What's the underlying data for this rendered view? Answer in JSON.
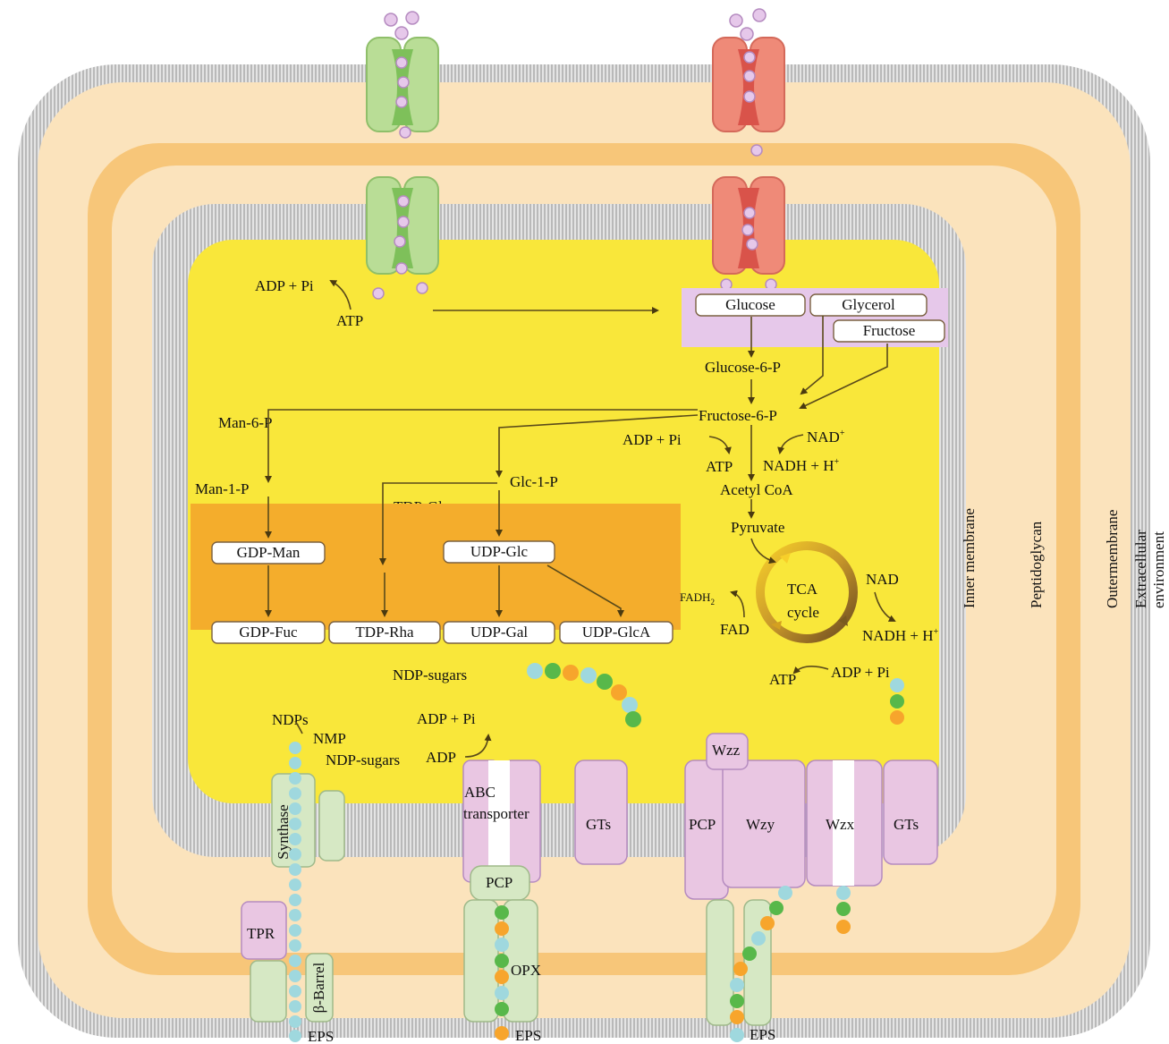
{
  "layers": {
    "inner_membrane": "Inner membrane",
    "peptidoglycan": "Peptidoglycan",
    "outer_membrane": "Outermembrane",
    "extracellular_line1": "Extracellular",
    "extracellular_line2": "environment"
  },
  "uptake": {
    "adp_pi": "ADP + Pi",
    "atp": "ATP"
  },
  "substrates": {
    "glucose": "Glucose",
    "glycerol": "Glycerol",
    "fructose": "Fructose"
  },
  "metabolites": {
    "glucose_6_p": "Glucose-6-P",
    "fructose_6_p": "Fructose-6-P",
    "man_6_p": "Man-6-P",
    "man_1_p": "Man-1-P",
    "glc_1_p": "Glc-1-P",
    "tdp_glc": "TDP-Glc",
    "acetyl_coa": "Acetyl CoA",
    "pyruvate": "Pyruvate",
    "adp_pi_2": "ADP + Pi",
    "atp_2": "ATP",
    "nad_plus": "NAD",
    "nad_plus_sup": "+",
    "nadh_h": "NADH + H",
    "nadh_h_sup": "+"
  },
  "ndp_box": {
    "gdp_man": "GDP-Man",
    "udp_glc": "UDP-Glc",
    "gdp_fuc": "GDP-Fuc",
    "tdp_rha": "TDP-Rha",
    "udp_gal": "UDP-Gal",
    "udp_glca": "UDP-GlcA",
    "ndp_sugars": "NDP-sugars"
  },
  "tca": {
    "label_line1": "TCA",
    "label_line2": "cycle",
    "nad": "NAD",
    "nadh_h": "NADH + H",
    "nadh_sup": "+",
    "fadh2": "FADH",
    "fadh2_sub": "2",
    "fad": "FAD",
    "atp": "ATP",
    "adp_pi": "ADP + Pi"
  },
  "export": {
    "ndps": "NDPs",
    "nmp": "NMP",
    "ndp_sugars": "NDP-sugars",
    "adp": "ADP",
    "adp_pi": "ADP + Pi"
  },
  "proteins": {
    "synthase": "Synthase",
    "tpr": "TPR",
    "beta_barrel": "β-Barrel",
    "abc_line1": "ABC",
    "abc_line2": "transporter",
    "gts_1": "GTs",
    "pcp_1": "PCP",
    "opx": "OPX",
    "wzz": "Wzz",
    "pcp_2": "PCP",
    "wzy": "Wzy",
    "wzx": "Wzx",
    "gts_2": "GTs"
  },
  "eps": {
    "eps_1": "EPS",
    "eps_2": "EPS",
    "eps_3": "EPS"
  },
  "colors": {
    "outer_layer": "#fbe3bc",
    "peptidoglycan": "#f7c679",
    "cytoplasm": "#f9e73a",
    "ndp_box": "#f4ad2c",
    "membrane": "#c9c9c9",
    "channel_green": "#b9dd96",
    "channel_red": "#ef8a78",
    "protein_pink": "#e9c6e2",
    "protein_green": "#d6e8c4",
    "bead_cyan": "#9fd8de",
    "bead_green": "#58b84a",
    "bead_orange": "#f7a52c"
  }
}
